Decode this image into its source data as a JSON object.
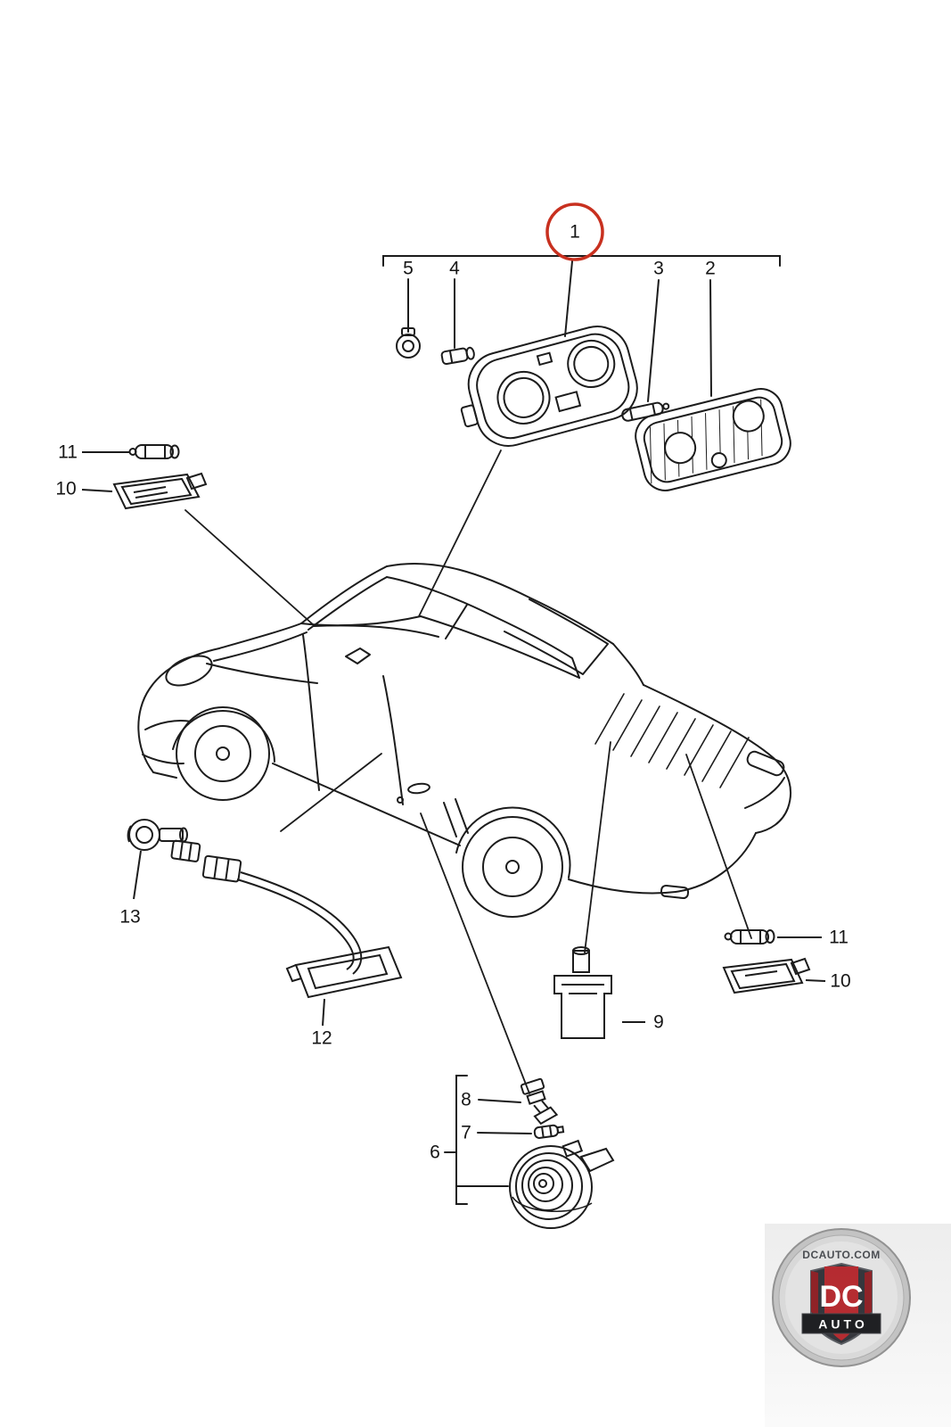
{
  "diagram": {
    "labels": {
      "n1": "1",
      "n2": "2",
      "n3": "3",
      "n4": "4",
      "n5": "5",
      "n6": "6",
      "n7": "7",
      "n8": "8",
      "n9": "9",
      "n10": "10",
      "n11": "11",
      "n12": "12",
      "n13": "13"
    },
    "circled_label": "1"
  },
  "watermark": {
    "site": "DCAUTO.COM",
    "monogram": "DC",
    "name": "AUTO"
  },
  "colors": {
    "line": "#1c1c1c",
    "highlight": "#c8301f",
    "badge_red": "#b3242a",
    "badge_dark": "#17181b"
  }
}
